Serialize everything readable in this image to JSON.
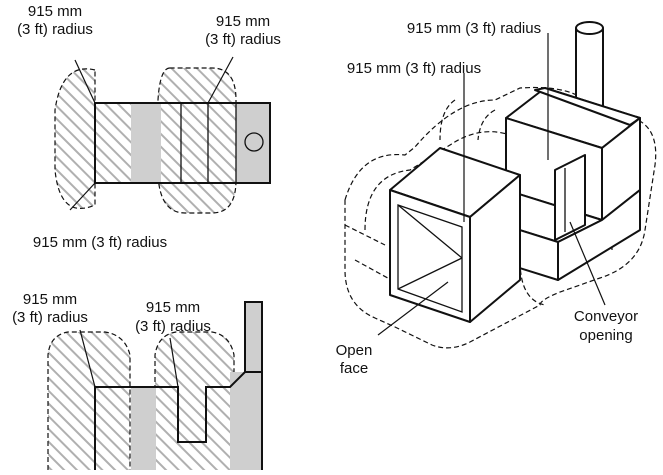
{
  "top_view": {
    "label_top_left": [
      "915 mm",
      "(3 ft) radius"
    ],
    "label_top_right": [
      "915 mm",
      "(3 ft) radius"
    ],
    "label_bottom": "915 mm (3 ft) radius"
  },
  "side_view": {
    "label_left": [
      "915 mm",
      "(3 ft) radius"
    ],
    "label_right": [
      "915 mm",
      "(3 ft) radius"
    ]
  },
  "iso_view": {
    "label_top": "915 mm (3 ft) radius",
    "label_second": "915 mm (3 ft) radius",
    "label_conveyor": [
      "Conveyor",
      "opening"
    ],
    "label_open_face": [
      "Open",
      "face"
    ]
  }
}
